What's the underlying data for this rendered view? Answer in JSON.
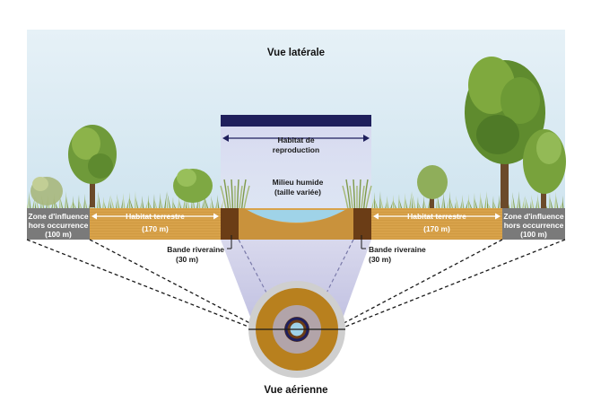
{
  "top_title": "Vue latérale",
  "bottom_title": "Vue aérienne",
  "breeding_habitat": {
    "line1": "Habitat de",
    "line2": "reproduction"
  },
  "wetland": {
    "line1": "Milieu humide",
    "line2": "(taille variée)"
  },
  "influence_zone_left": {
    "line1": "Zone d'influence",
    "line2": "hors occurrence",
    "line3": "(100 m)"
  },
  "influence_zone_right": {
    "line1": "Zone d'influence",
    "line2": "hors occurrence",
    "line3": "(100 m)"
  },
  "terrestrial_left": {
    "line1": "Habitat terrestre",
    "line2": "(170 m)"
  },
  "terrestrial_right": {
    "line1": "Habitat terrestre",
    "line2": "(170 m)"
  },
  "riparian_left": {
    "line1": "Bande riveraine",
    "line2": "(30 m)"
  },
  "riparian_right": {
    "line1": "Bande riveraine",
    "line2": "(30 m)"
  },
  "colors": {
    "sky": "#dcebf3",
    "terrestrial": "#d8a24a",
    "riparian": "#6b3d16",
    "influence": "#7a7a7a",
    "water": "#9fd3e8",
    "breeding_band": "#1f1f5c",
    "breeding_zone": "#c9c9e6"
  }
}
